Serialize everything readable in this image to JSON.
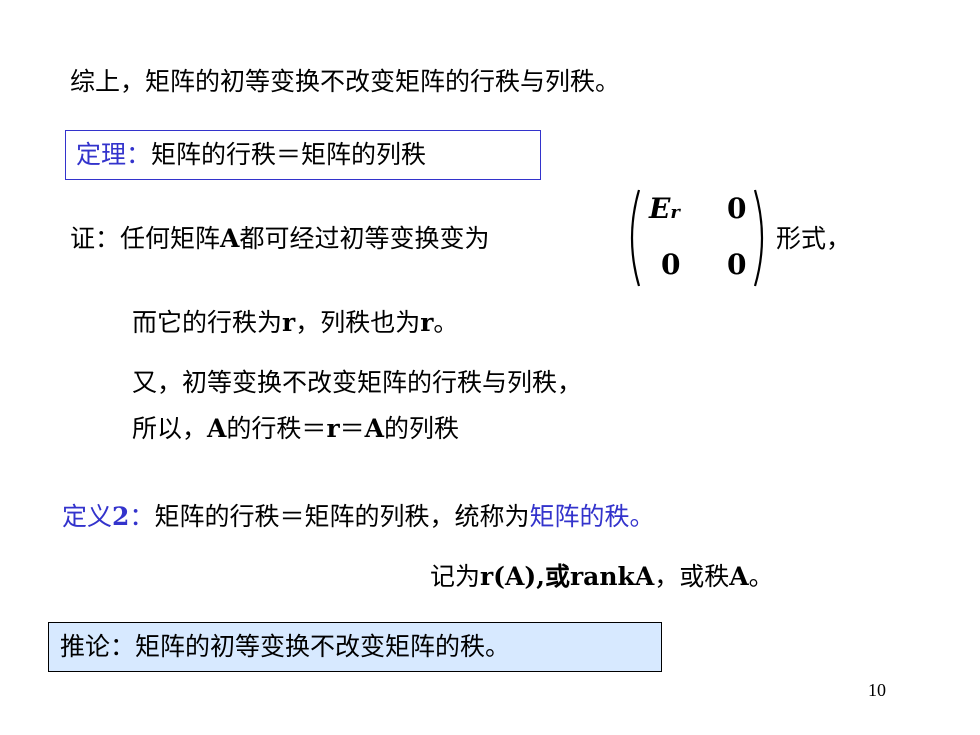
{
  "summary": "综上，矩阵的初等变换不改变矩阵的行秩与列秩。",
  "theorem": {
    "label": "定理：",
    "text": "矩阵的行秩＝矩阵的列秩"
  },
  "proof": {
    "label": "证：",
    "line1_before": "任何矩阵",
    "var_A": "A",
    "line1_after": "都可经过初等变换变为",
    "matrix": {
      "e": "E",
      "e_sub": "r",
      "top_right": "0",
      "bottom_left": "0",
      "bottom_right": "0"
    },
    "line1_end": "形式，",
    "line2_a": "而它的行秩为",
    "line2_r1": "r",
    "line2_b": "，列秩也为",
    "line2_r2": "r",
    "line2_c": "。",
    "line3": "又，初等变换不改变矩阵的行秩与列秩，",
    "line4_a": "所以，",
    "line4_A1": "A",
    "line4_b": "的行秩＝",
    "line4_r": "r",
    "line4_c": "＝",
    "line4_A2": "A",
    "line4_d": "的列秩"
  },
  "definition": {
    "label": "定义",
    "number": "2",
    "colon": "：",
    "text": "矩阵的行秩＝矩阵的列秩，统称为",
    "term": "矩阵的秩。"
  },
  "notation": {
    "a": "记为",
    "r_of_A": "r(A)",
    "b": ",或",
    "rankA": "rankA",
    "c": "，或秩",
    "A": "A",
    "d": "。"
  },
  "corollary": {
    "label": "推论：",
    "text": "矩阵的初等变换不改变矩阵的秩。"
  },
  "page_number": "10",
  "colors": {
    "accent_blue": "#3333cc",
    "corollary_fill": "#d7e9ff"
  }
}
